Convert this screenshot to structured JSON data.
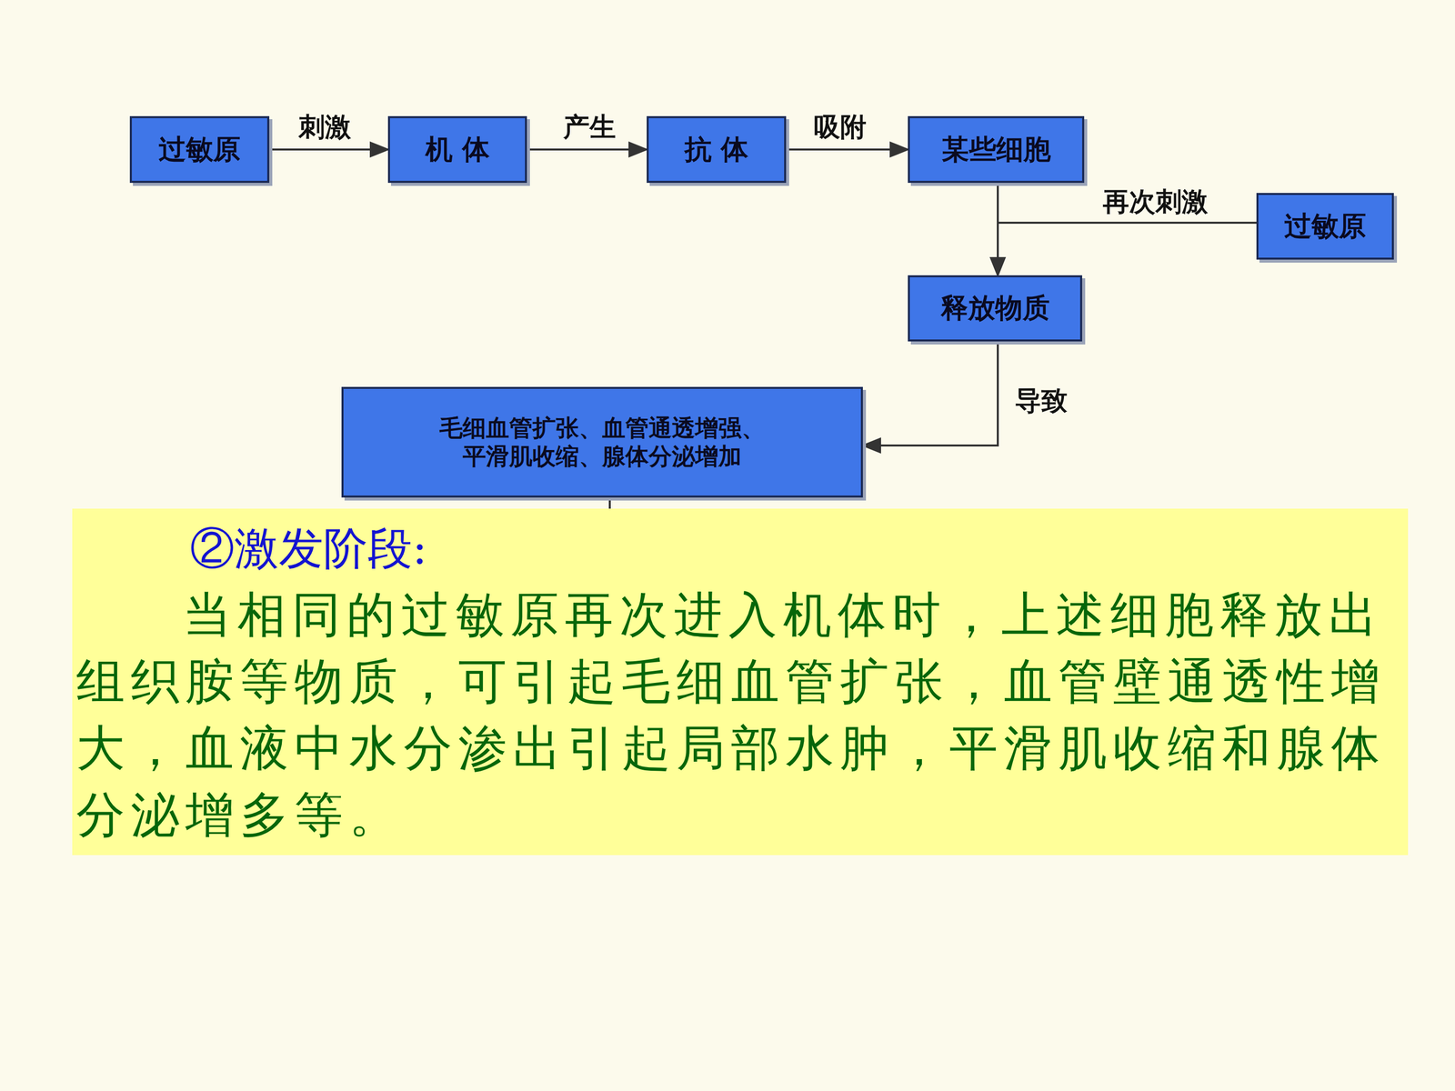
{
  "diagram": {
    "nodes": [
      {
        "text": [
          "过敏原"
        ]
      },
      {
        "text": [
          "机 体"
        ]
      },
      {
        "text": [
          "抗 体"
        ]
      },
      {
        "text": [
          "某些细胞"
        ]
      },
      {
        "text": [
          "过敏原"
        ]
      },
      {
        "text": [
          "释放物质"
        ]
      },
      {
        "text": [
          "毛细血管扩张、血管通透增强、平滑肌收缩、腺体分泌增加"
        ]
      },
      {
        "text": [
          "②激发阶段:",
          "当相同的过敏原再次进入机体时，上述细胞释放出组织胺等物质，可引起毛细血管扩张，血管壁通透性增大，血液中水分渗出引起局部水肿，平滑肌收缩和腺体分泌增多等。"
        ]
      }
    ],
    "edges": [
      {
        "from": 0,
        "to": 1,
        "label": "刺激",
        "arrow": "to"
      },
      {
        "from": 1,
        "to": 2,
        "label": "产生",
        "arrow": "to"
      },
      {
        "from": 2,
        "to": 3,
        "label": "吸附",
        "arrow": "to"
      },
      {
        "from": 3,
        "to": 5,
        "arrow": "to"
      },
      {
        "from": 4,
        "to": 5,
        "label": "再次刺激",
        "arrow": "to"
      },
      {
        "from": 5,
        "to": 6,
        "label": "导致",
        "arrow": "to"
      },
      {
        "from": 6,
        "to": 7,
        "arrow": "none"
      }
    ]
  }
}
